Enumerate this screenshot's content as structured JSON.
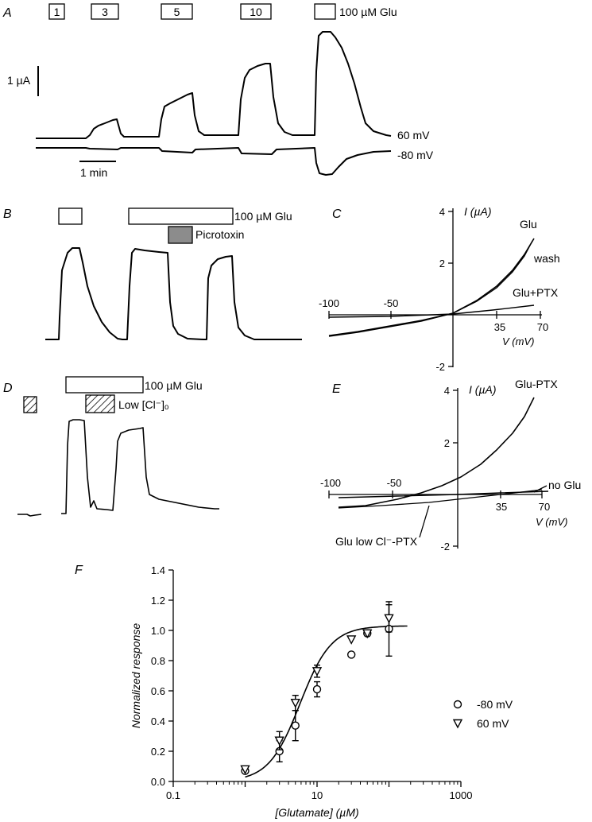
{
  "panels": {
    "A": {
      "label": "A",
      "boxes": [
        "1",
        "3",
        "5",
        "10"
      ],
      "glu_label": "100 µM Glu",
      "scale_current": "1 µA",
      "scale_time": "1 min",
      "trace_top_label": "60 mV",
      "trace_bottom_label": "-80 mV"
    },
    "B": {
      "label": "B",
      "glu_label": "100 µM Glu",
      "drug_label": "Picrotoxin",
      "drug_color": "#8c8c8c"
    },
    "C": {
      "label": "C",
      "y_title": "I (µA)",
      "x_title": "V (mV)",
      "y_ticks": [
        "4",
        "2",
        "-2"
      ],
      "x_ticks": [
        "-100",
        "-50",
        "35",
        "70"
      ],
      "curve_labels": [
        "Glu",
        "wash",
        "Glu+PTX"
      ]
    },
    "D": {
      "label": "D",
      "glu_label": "100 µM Glu",
      "low_cl_label": "Low [Cl⁻]ₒ"
    },
    "E": {
      "label": "E",
      "y_title": "I (µA)",
      "x_title": "V (mV)",
      "y_ticks": [
        "4",
        "2",
        "-2"
      ],
      "x_ticks": [
        "-100",
        "-50",
        "35",
        "70"
      ],
      "curve_labels": [
        "Glu-PTX",
        "no Glu",
        "Glu low Cl⁻-PTX"
      ]
    },
    "F": {
      "label": "F"
    }
  },
  "chart_data": {
    "type": "scatter",
    "xlabel": "[Glutamate] (µM)",
    "ylabel": "Normalized response",
    "x_scale": "log",
    "xlim": [
      0.1,
      1000
    ],
    "ylim": [
      0,
      1.4
    ],
    "x_ticks": [
      "0.1",
      "10",
      "1000"
    ],
    "y_ticks": [
      "0.0",
      "0.2",
      "0.4",
      "0.6",
      "0.8",
      "1.0",
      "1.2",
      "1.4"
    ],
    "legend_position": "right",
    "series": [
      {
        "name": "-80 mV",
        "marker": "circle",
        "points": [
          {
            "x": 1,
            "y": 0.07,
            "err": 0
          },
          {
            "x": 3,
            "y": 0.2,
            "err": 0.07
          },
          {
            "x": 5,
            "y": 0.37,
            "err": 0.1
          },
          {
            "x": 10,
            "y": 0.61,
            "err": 0.05
          },
          {
            "x": 30,
            "y": 0.84,
            "err": 0
          },
          {
            "x": 50,
            "y": 0.98,
            "err": 0
          },
          {
            "x": 100,
            "y": 1.01,
            "err": 0.18
          }
        ]
      },
      {
        "name": "60 mV",
        "marker": "triangle-down",
        "points": [
          {
            "x": 1,
            "y": 0.08,
            "err": 0
          },
          {
            "x": 3,
            "y": 0.27,
            "err": 0.06
          },
          {
            "x": 5,
            "y": 0.52,
            "err": 0.05
          },
          {
            "x": 10,
            "y": 0.73,
            "err": 0.04
          },
          {
            "x": 30,
            "y": 0.94,
            "err": 0
          },
          {
            "x": 50,
            "y": 0.98,
            "err": 0
          },
          {
            "x": 100,
            "y": 1.08,
            "err": 0.09
          }
        ]
      }
    ],
    "fit": {
      "ec50": 5.8,
      "hill": 2,
      "max": 1.03
    }
  }
}
